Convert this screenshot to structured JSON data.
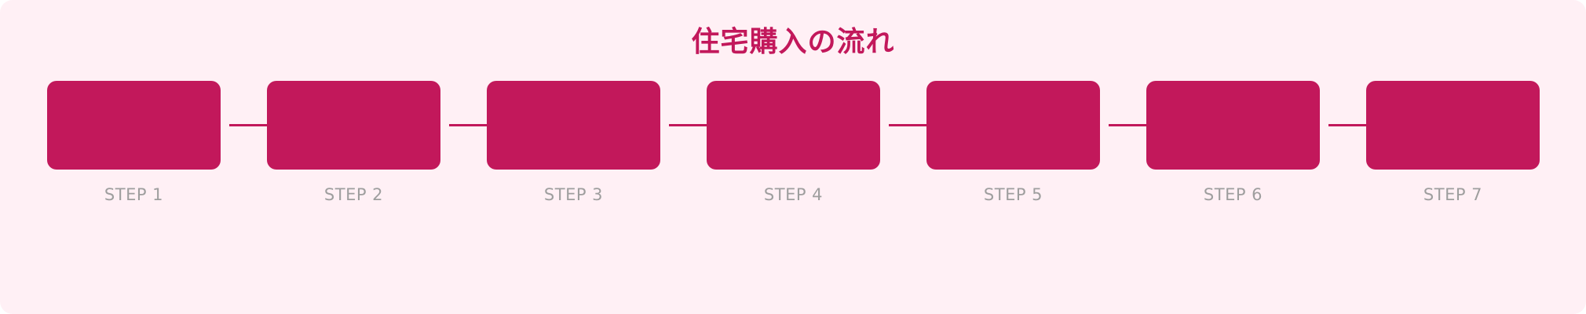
{
  "diagram": {
    "title": "住宅購入の流れ",
    "colors": {
      "background": "#fff0f5",
      "accent": "#c2185b",
      "label": "#9e9e9e"
    },
    "steps": [
      {
        "label": "STEP 1"
      },
      {
        "label": "STEP 2"
      },
      {
        "label": "STEP 3"
      },
      {
        "label": "STEP 4"
      },
      {
        "label": "STEP 5"
      },
      {
        "label": "STEP 6"
      },
      {
        "label": "STEP 7"
      }
    ]
  }
}
